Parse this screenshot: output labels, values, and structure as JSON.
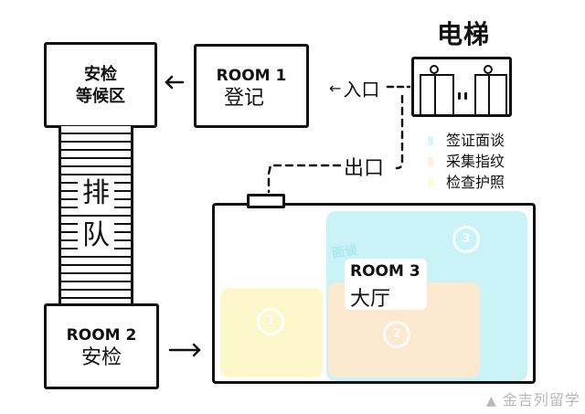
{
  "elevator": {
    "title": "电梯",
    "legend": [
      {
        "label": "签证面谈",
        "color": "#d6f6f7"
      },
      {
        "label": "采集指纹",
        "color": "#fdf1dc"
      },
      {
        "label": "检查护照",
        "color": "#fdfbdc"
      }
    ]
  },
  "rooms": {
    "waiting": {
      "line1": "安检",
      "line2": "等候区"
    },
    "room1": {
      "line1": "ROOM 1",
      "line2": "登记"
    },
    "room2": {
      "line1": "ROOM 2",
      "line2": "安检"
    },
    "room3": {
      "line1": "ROOM 3",
      "line2": "大厅"
    }
  },
  "queue": {
    "char1": "排",
    "char2": "队"
  },
  "labels": {
    "entrance": "入口",
    "exit": "出口"
  },
  "zones": [
    {
      "name": "visa-interview-zone",
      "number": "3",
      "color": "#c9f3f7"
    },
    {
      "name": "fingerprint-zone",
      "number": "2",
      "color": "#fde9d0"
    },
    {
      "name": "passport-check-zone",
      "number": "1",
      "color": "#fdf8cc"
    }
  ],
  "zone_tag": "面谈",
  "watermark": "金吉列留学"
}
